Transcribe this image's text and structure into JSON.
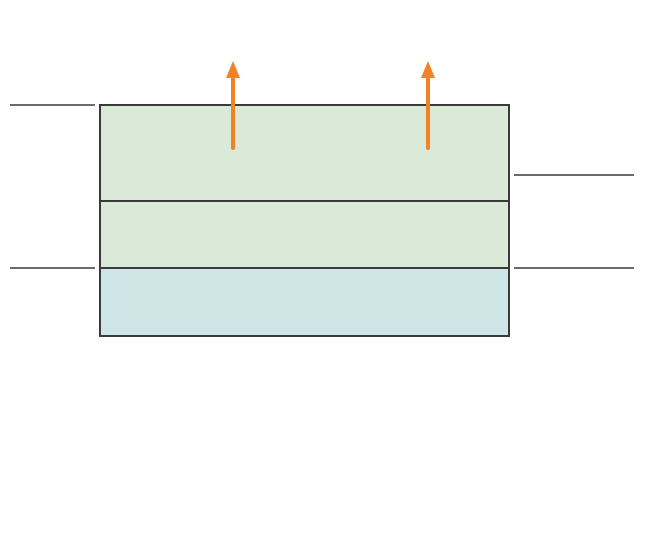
{
  "diagram": {
    "layers": [
      {
        "name": "upper-layer",
        "fill": "#dbead8"
      },
      {
        "name": "middle-layer",
        "fill": "#dbead8"
      },
      {
        "name": "bottom-layer",
        "fill": "#cfe6e6"
      }
    ],
    "arrow_count": 2,
    "arrow_direction": "up",
    "colors": {
      "border": "#3a3a3a",
      "level_line": "#3a3a3a",
      "arrow": "#f08228",
      "background": "#ffffff"
    }
  }
}
